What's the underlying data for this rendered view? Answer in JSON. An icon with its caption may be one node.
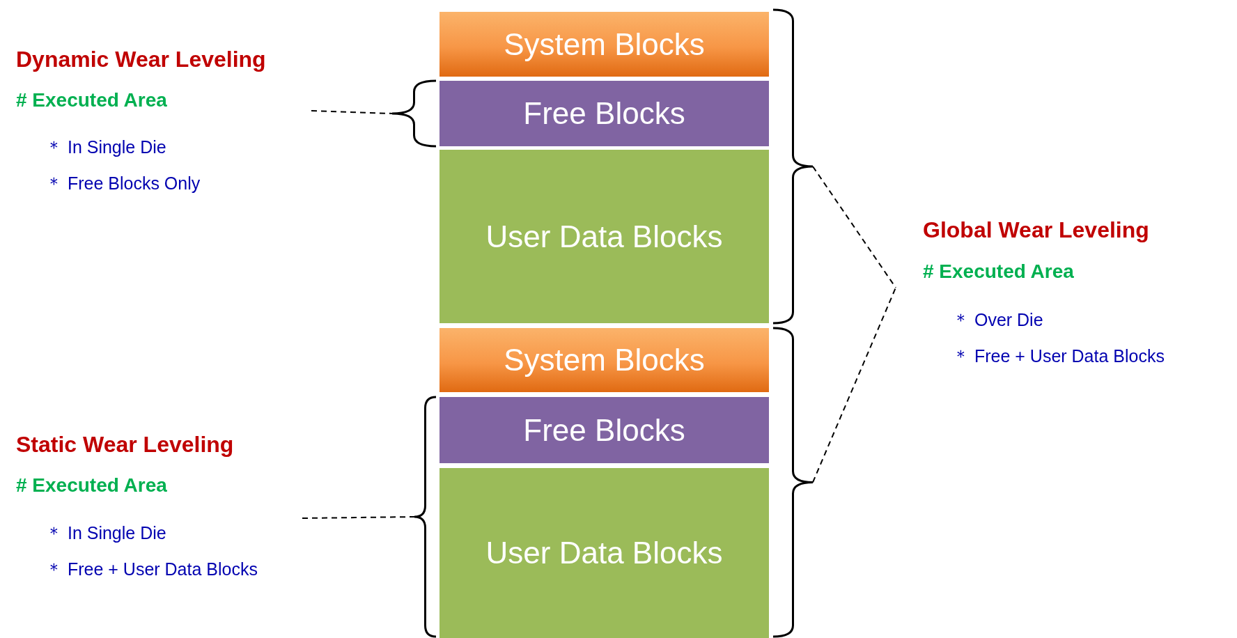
{
  "diagram": {
    "nodes": [
      {
        "text": [
          "Dynamic Wear Leveling",
          "# Executed Area",
          "＊ In Single Die",
          "＊ Free Blocks Only"
        ]
      },
      {
        "text": [],
        "shape": "bracket"
      },
      {
        "text": [
          "System Blocks"
        ]
      },
      {
        "text": [
          "Free Blocks"
        ]
      },
      {
        "text": [
          "User Data Blocks"
        ]
      },
      {
        "text": [
          "System Blocks"
        ]
      },
      {
        "text": [
          "Free Blocks"
        ]
      },
      {
        "text": [
          "User Data Blocks"
        ]
      },
      {
        "text": [],
        "shape": "bracket"
      },
      {
        "text": [
          "Global Wear Leveling",
          "# Executed Area",
          "＊ Over Die",
          "＊ Free + User Data Blocks"
        ]
      },
      {
        "text": [],
        "shape": "bracket"
      },
      {
        "text": [
          "Static Wear Leveling",
          "# Executed Area",
          "＊ In Single Die",
          "＊ Free + User Data Blocks"
        ]
      },
      {
        "text": [],
        "shape": "bracket"
      }
    ],
    "edges": [
      {
        "from": 0,
        "to": 1,
        "arrow": "none",
        "style": "dashed"
      },
      {
        "from": 8,
        "to": 9,
        "arrow": "none",
        "style": "dashed"
      },
      {
        "from": 10,
        "to": 9,
        "arrow": "none",
        "style": "dashed"
      },
      {
        "from": 11,
        "to": 12,
        "arrow": "none",
        "style": "dashed"
      }
    ]
  }
}
